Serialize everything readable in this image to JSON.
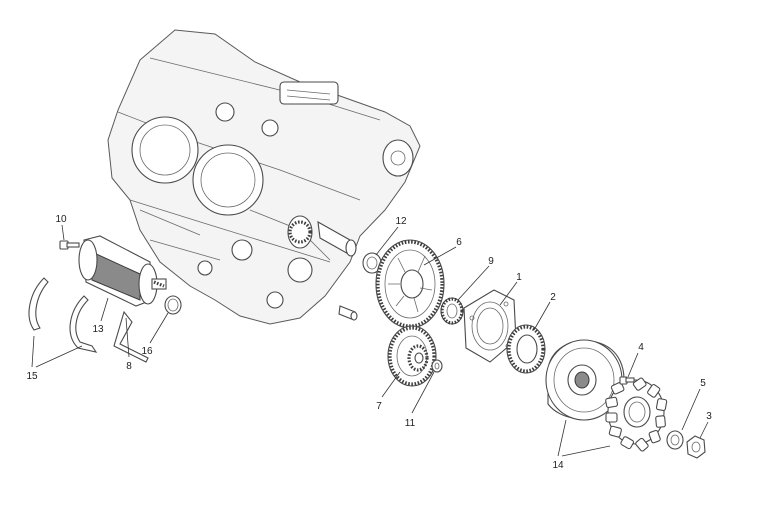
{
  "diagram": {
    "callouts": [
      "10",
      "12",
      "6",
      "9",
      "1",
      "2",
      "4",
      "5",
      "3",
      "13",
      "16",
      "8",
      "15",
      "7",
      "11",
      "14"
    ]
  }
}
